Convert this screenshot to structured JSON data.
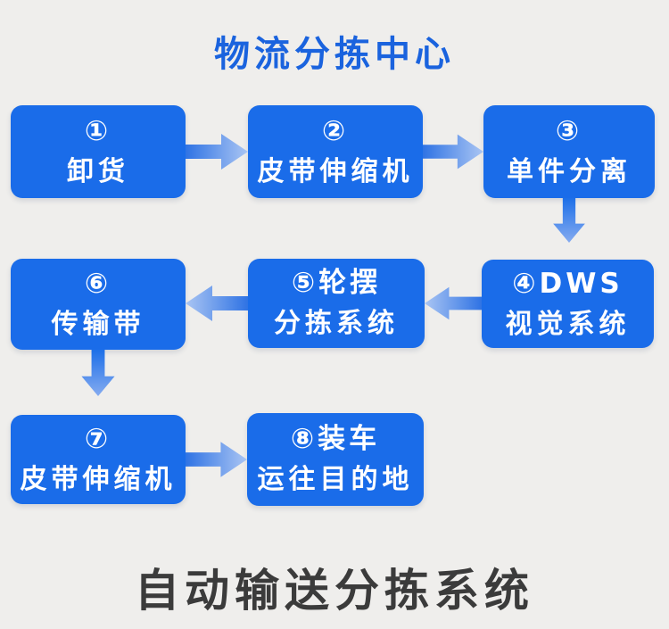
{
  "page": {
    "top_title": "物流分拣中心",
    "bottom_title": "自动输送分拣系统",
    "background_color": "#efeeec"
  },
  "colors": {
    "box_fill": "#1a6ce9",
    "box_text": "#ffffff",
    "top_title_color": "#1a63de",
    "bottom_title_color": "#3b3b3b",
    "arrow_dark": "#2f73e4",
    "arrow_light": "#aac5f3",
    "arrow_down_dark": "#1d6fe8",
    "arrow_down_light": "#85abf0"
  },
  "flow": {
    "steps": [
      {
        "number": "1",
        "line1": "①",
        "line2": "卸货"
      },
      {
        "number": "2",
        "line1": "②",
        "line2": "皮带伸缩机"
      },
      {
        "number": "3",
        "line1": "③",
        "line2": "单件分离"
      },
      {
        "number": "4",
        "line1": "④DWS",
        "line2": "视觉系统"
      },
      {
        "number": "5",
        "line1": "⑤轮摆",
        "line2": "分拣系统"
      },
      {
        "number": "6",
        "line1": "⑥",
        "line2": "传输带"
      },
      {
        "number": "7",
        "line1": "⑦",
        "line2": "皮带伸缩机"
      },
      {
        "number": "8",
        "line1": "⑧装车",
        "line2": "运往目的地"
      }
    ],
    "connections": [
      {
        "from": 1,
        "to": 2,
        "direction": "right"
      },
      {
        "from": 2,
        "to": 3,
        "direction": "right"
      },
      {
        "from": 3,
        "to": 4,
        "direction": "down"
      },
      {
        "from": 4,
        "to": 5,
        "direction": "left"
      },
      {
        "from": 5,
        "to": 6,
        "direction": "left"
      },
      {
        "from": 6,
        "to": 7,
        "direction": "down"
      },
      {
        "from": 7,
        "to": 8,
        "direction": "right"
      }
    ]
  }
}
